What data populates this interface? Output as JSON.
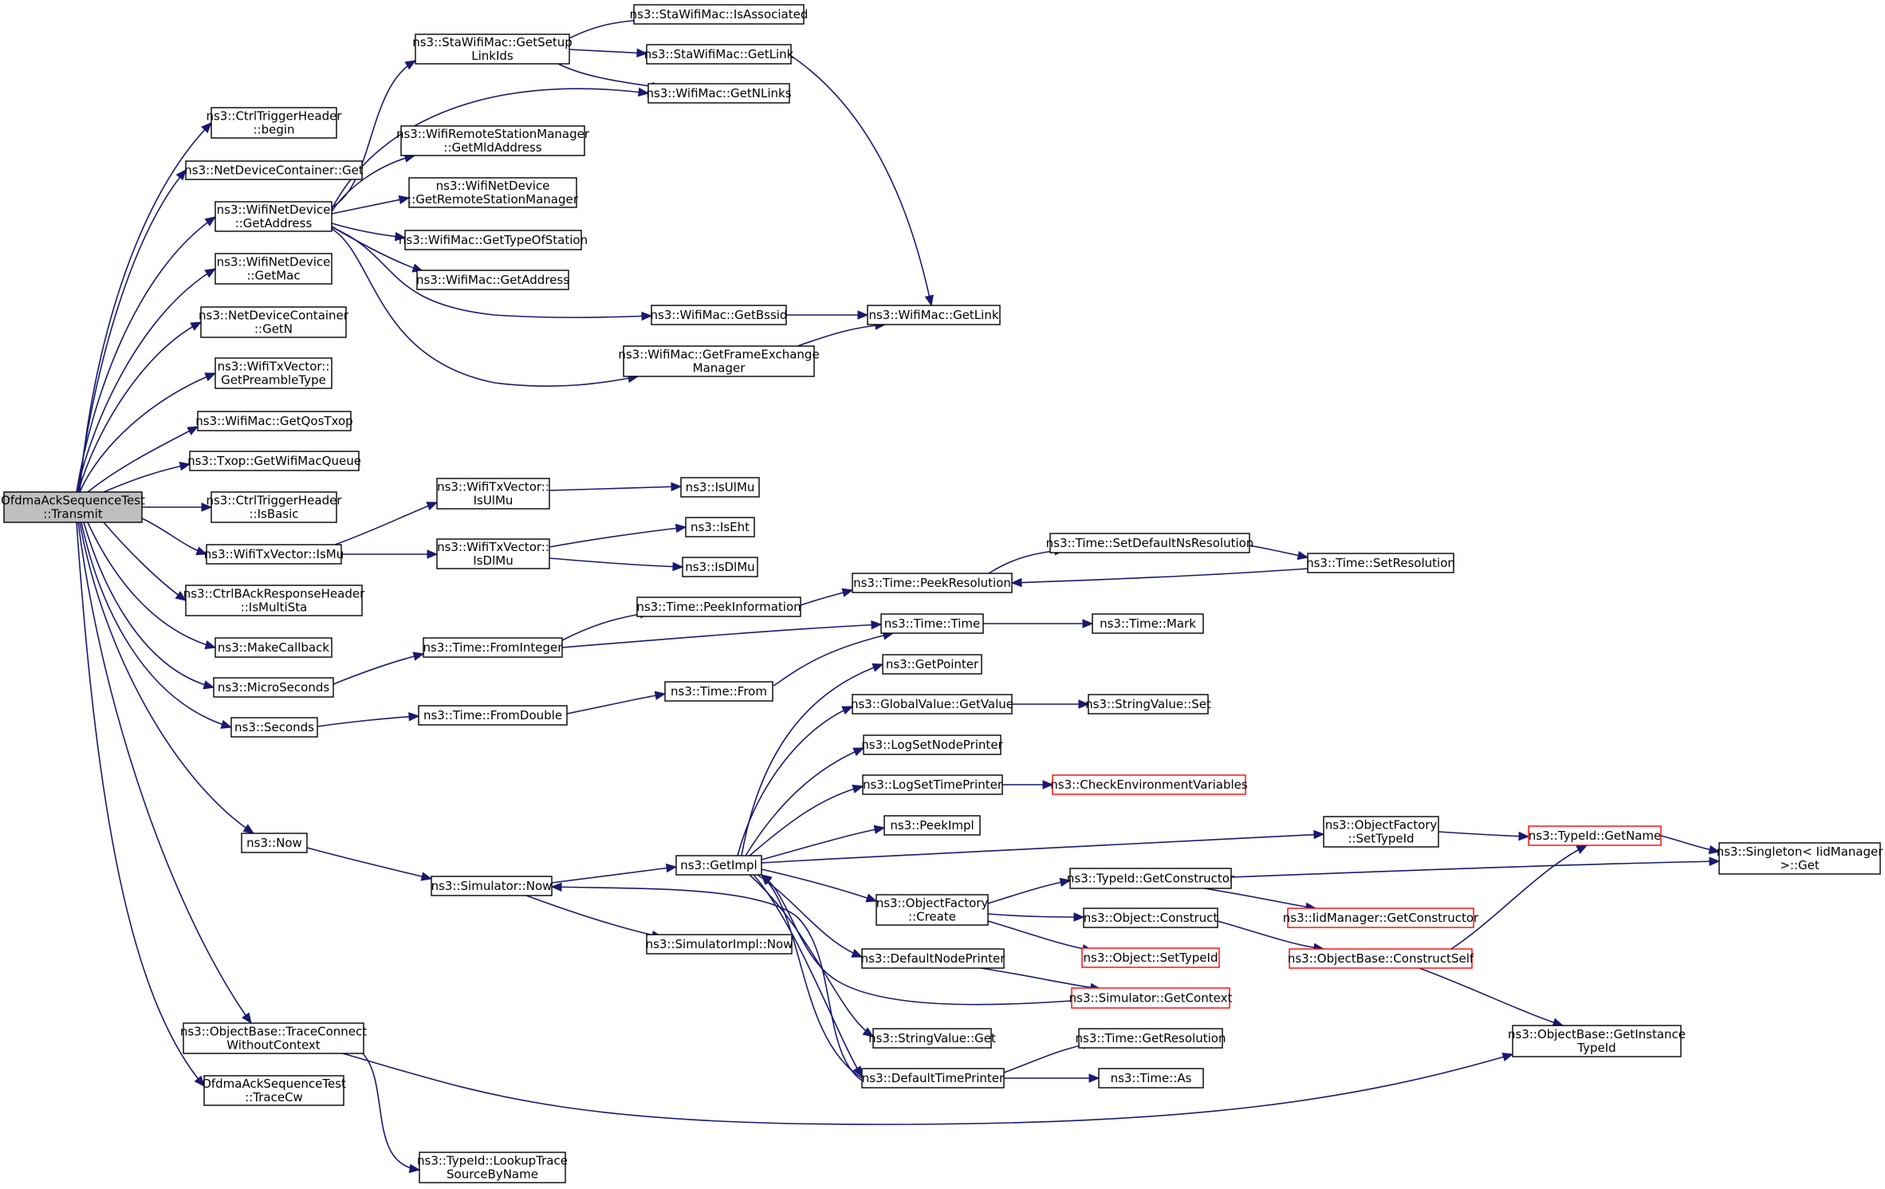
{
  "colors": {
    "edge": "#191970",
    "node_border": "#000000",
    "truncated_border": "#ff0000",
    "root_fill": "#bfbfbf",
    "node_fill": "#ffffff"
  },
  "nodes": [
    {
      "id": "root",
      "lines": [
        "OfdmaAckSequenceTest",
        "::Transmit"
      ],
      "style": "root"
    },
    {
      "id": "n_ctrlbegin",
      "lines": [
        "ns3::CtrlTriggerHeader",
        "::begin"
      ]
    },
    {
      "id": "n_ndcget",
      "lines": [
        "ns3::NetDeviceContainer::Get"
      ]
    },
    {
      "id": "n_wndgetaddr",
      "lines": [
        "ns3::WifiNetDevice",
        "::GetAddress"
      ]
    },
    {
      "id": "n_wndgetmac",
      "lines": [
        "ns3::WifiNetDevice",
        "::GetMac"
      ]
    },
    {
      "id": "n_ndcgetn",
      "lines": [
        "ns3::NetDeviceContainer",
        "::GetN"
      ]
    },
    {
      "id": "n_preamble",
      "lines": [
        "ns3::WifiTxVector::",
        "GetPreambleType"
      ]
    },
    {
      "id": "n_qostxop",
      "lines": [
        "ns3::WifiMac::GetQosTxop"
      ]
    },
    {
      "id": "n_txopqueue",
      "lines": [
        "ns3::Txop::GetWifiMacQueue"
      ]
    },
    {
      "id": "n_isbasic",
      "lines": [
        "ns3::CtrlTriggerHeader",
        "::IsBasic"
      ]
    },
    {
      "id": "n_ismu",
      "lines": [
        "ns3::WifiTxVector::IsMu"
      ]
    },
    {
      "id": "n_ismultista",
      "lines": [
        "ns3::CtrlBAckResponseHeader",
        "::IsMultiSta"
      ]
    },
    {
      "id": "n_makecb",
      "lines": [
        "ns3::MakeCallback"
      ]
    },
    {
      "id": "n_micro",
      "lines": [
        "ns3::MicroSeconds"
      ]
    },
    {
      "id": "n_seconds",
      "lines": [
        "ns3::Seconds"
      ]
    },
    {
      "id": "n_now",
      "lines": [
        "ns3::Now"
      ]
    },
    {
      "id": "n_traceconnect",
      "lines": [
        "ns3::ObjectBase::TraceConnect",
        "WithoutContext"
      ]
    },
    {
      "id": "n_tracecw",
      "lines": [
        "OfdmaAckSequenceTest",
        "::TraceCw"
      ]
    },
    {
      "id": "n_setuplinks",
      "lines": [
        "ns3::StaWifiMac::GetSetup",
        "LinkIds"
      ]
    },
    {
      "id": "n_isassoc",
      "lines": [
        "ns3::StaWifiMac::IsAssociated"
      ]
    },
    {
      "id": "n_stagetlink",
      "lines": [
        "ns3::StaWifiMac::GetLink"
      ]
    },
    {
      "id": "n_getnlinks",
      "lines": [
        "ns3::WifiMac::GetNLinks"
      ]
    },
    {
      "id": "n_mldaddr",
      "lines": [
        "ns3::WifiRemoteStationManager",
        "::GetMldAddress"
      ]
    },
    {
      "id": "n_getrsm",
      "lines": [
        "ns3::WifiNetDevice",
        "::GetRemoteStationManager"
      ]
    },
    {
      "id": "n_typeofstation",
      "lines": [
        "ns3::WifiMac::GetTypeOfStation"
      ]
    },
    {
      "id": "n_macgetaddr",
      "lines": [
        "ns3::WifiMac::GetAddress"
      ]
    },
    {
      "id": "n_getbssid",
      "lines": [
        "ns3::WifiMac::GetBssid"
      ]
    },
    {
      "id": "n_fem",
      "lines": [
        "ns3::WifiMac::GetFrameExchange",
        "Manager"
      ]
    },
    {
      "id": "n_macgetlink",
      "lines": [
        "ns3::WifiMac::GetLink"
      ]
    },
    {
      "id": "n_isulmu_v",
      "lines": [
        "ns3::WifiTxVector::",
        "IsUlMu"
      ]
    },
    {
      "id": "n_isdlmu_v",
      "lines": [
        "ns3::WifiTxVector::",
        "IsDlMu"
      ]
    },
    {
      "id": "n_isulmu",
      "lines": [
        "ns3::IsUlMu"
      ]
    },
    {
      "id": "n_iseht",
      "lines": [
        "ns3::IsEht"
      ]
    },
    {
      "id": "n_isdlmu",
      "lines": [
        "ns3::IsDlMu"
      ]
    },
    {
      "id": "n_setdefaultns",
      "lines": [
        "ns3::Time::SetDefaultNsResolution"
      ]
    },
    {
      "id": "n_setres",
      "lines": [
        "ns3::Time::SetResolution"
      ]
    },
    {
      "id": "n_peekres",
      "lines": [
        "ns3::Time::PeekResolution"
      ]
    },
    {
      "id": "n_peekinfo",
      "lines": [
        "ns3::Time::PeekInformation"
      ]
    },
    {
      "id": "n_fromint",
      "lines": [
        "ns3::Time::FromInteger"
      ]
    },
    {
      "id": "n_timetime",
      "lines": [
        "ns3::Time::Time"
      ]
    },
    {
      "id": "n_timemark",
      "lines": [
        "ns3::Time::Mark"
      ]
    },
    {
      "id": "n_fromdouble",
      "lines": [
        "ns3::Time::FromDouble"
      ]
    },
    {
      "id": "n_timefrom",
      "lines": [
        "ns3::Time::From"
      ]
    },
    {
      "id": "n_getpointer",
      "lines": [
        "ns3::GetPointer"
      ]
    },
    {
      "id": "n_gvgetvalue",
      "lines": [
        "ns3::GlobalValue::GetValue"
      ]
    },
    {
      "id": "n_strset",
      "lines": [
        "ns3::StringValue::Set"
      ]
    },
    {
      "id": "n_lognode",
      "lines": [
        "ns3::LogSetNodePrinter"
      ]
    },
    {
      "id": "n_logtime",
      "lines": [
        "ns3::LogSetTimePrinter"
      ]
    },
    {
      "id": "n_checkenv",
      "lines": [
        "ns3::CheckEnvironmentVariables"
      ],
      "style": "truncated"
    },
    {
      "id": "n_peekimpl",
      "lines": [
        "ns3::PeekImpl"
      ]
    },
    {
      "id": "n_getimpl",
      "lines": [
        "ns3::GetImpl"
      ]
    },
    {
      "id": "n_ofsettypeid",
      "lines": [
        "ns3::ObjectFactory",
        "::SetTypeId"
      ]
    },
    {
      "id": "n_gettypename",
      "lines": [
        "ns3::TypeId::GetName"
      ],
      "style": "truncated"
    },
    {
      "id": "n_singleton",
      "lines": [
        "ns3::Singleton< IidManager",
        ">::Get"
      ]
    },
    {
      "id": "n_simnow",
      "lines": [
        "ns3::Simulator::Now"
      ]
    },
    {
      "id": "n_ofcreate",
      "lines": [
        "ns3::ObjectFactory",
        "::Create"
      ]
    },
    {
      "id": "n_getctor",
      "lines": [
        "ns3::TypeId::GetConstructor"
      ]
    },
    {
      "id": "n_iidctor",
      "lines": [
        "ns3::IidManager::GetConstructor"
      ],
      "style": "truncated"
    },
    {
      "id": "n_objconstruct",
      "lines": [
        "ns3::Object::Construct"
      ]
    },
    {
      "id": "n_objsettypeid",
      "lines": [
        "ns3::Object::SetTypeId"
      ],
      "style": "truncated"
    },
    {
      "id": "n_constructself",
      "lines": [
        "ns3::ObjectBase::ConstructSelf"
      ],
      "style": "truncated"
    },
    {
      "id": "n_simimplnow",
      "lines": [
        "ns3::SimulatorImpl::Now"
      ]
    },
    {
      "id": "n_defnodeprinter",
      "lines": [
        "ns3::DefaultNodePrinter"
      ]
    },
    {
      "id": "n_simgetctx",
      "lines": [
        "ns3::Simulator::GetContext"
      ],
      "style": "truncated"
    },
    {
      "id": "n_strget",
      "lines": [
        "ns3::StringValue::Get"
      ]
    },
    {
      "id": "n_deftimeprinter",
      "lines": [
        "ns3::DefaultTimePrinter"
      ]
    },
    {
      "id": "n_timegetres",
      "lines": [
        "ns3::Time::GetResolution"
      ]
    },
    {
      "id": "n_timeas",
      "lines": [
        "ns3::Time::As"
      ]
    },
    {
      "id": "n_getinsttypeid",
      "lines": [
        "ns3::ObjectBase::GetInstance",
        "TypeId"
      ]
    },
    {
      "id": "n_lookuptrace",
      "lines": [
        "ns3::TypeId::LookupTrace",
        "SourceByName"
      ]
    }
  ]
}
